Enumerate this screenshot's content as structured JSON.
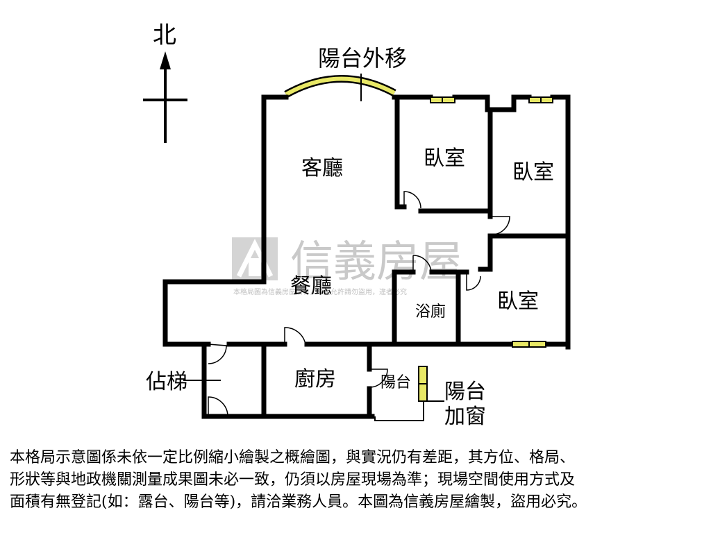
{
  "compass": {
    "north_label": "北"
  },
  "rooms": {
    "balcony_extension": "陽台外移",
    "living_room": "客廳",
    "bedroom_1": "臥室",
    "bedroom_2": "臥室",
    "bedroom_3": "臥室",
    "dining_room": "餐廳",
    "bathroom": "浴廁",
    "kitchen": "廚房",
    "balcony": "陽台",
    "stair_encroach": "佔梯",
    "balcony_window_line1": "陽台",
    "balcony_window_line2": "加窗"
  },
  "watermark": {
    "brand": "信義房屋",
    "notice": "本格局圖為信義房屋所有，未經允許請勿盜用，違者必究"
  },
  "disclaimer": {
    "line1": "本格局示意圖係未依一定比例縮小繪製之概繪圖，與實況仍有差距，其方位、格局、",
    "line2": "形狀等與地政機關測量成果圖未必一致，仍須以房屋現場為準；現場空間使用方式及",
    "line3": "面積有無登記(如：露台、陽台等)，請洽業務人員。本圖為信義房屋繪製，盜用必究。"
  },
  "colors": {
    "wall": "#000000",
    "window_fill": "#e8e866",
    "watermark": "#c9c9c9",
    "background": "#ffffff"
  }
}
